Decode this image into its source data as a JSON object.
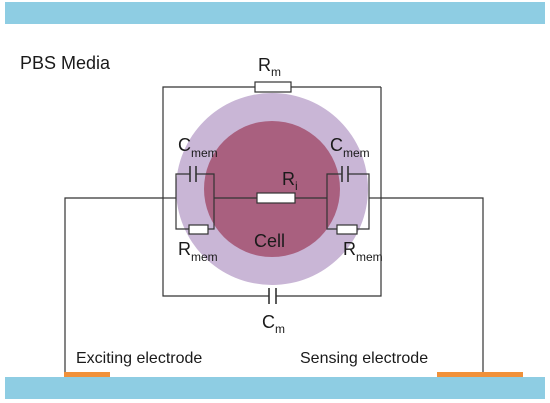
{
  "colors": {
    "media_band": "#8ecde3",
    "electrode": "#f0913a",
    "wire": "#333333",
    "cell_outer": "#c9b6d6",
    "cell_inner": "#a9607f",
    "resistor_fill": "#ffffff"
  },
  "medium_label": "PBS Media",
  "cell_label": "Cell",
  "components": {
    "r_m": {
      "main": "R",
      "sub": "m"
    },
    "c_m": {
      "main": "C",
      "sub": "m"
    },
    "r_i": {
      "main": "R",
      "sub": "i"
    },
    "c_mem_left": {
      "main": "C",
      "sub": "mem"
    },
    "c_mem_right": {
      "main": "C",
      "sub": "mem"
    },
    "r_mem_left": {
      "main": "R",
      "sub": "mem"
    },
    "r_mem_right": {
      "main": "R",
      "sub": "mem"
    }
  },
  "electrodes": {
    "exciting": "Exciting electrode",
    "sensing": "Sensing electrode"
  }
}
